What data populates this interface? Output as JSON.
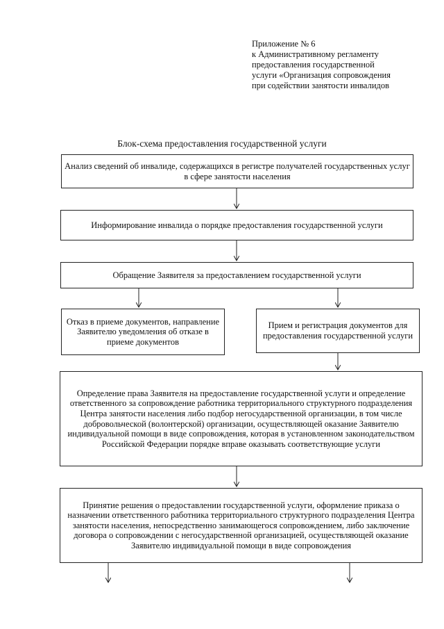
{
  "appendix": {
    "line1": "Приложение № 6",
    "line2": "к Административному регламенту",
    "line3": "предоставления государственной",
    "line4": "услуги «Организация сопровождения",
    "line5": "при содействии занятости инвалидов"
  },
  "diagram": {
    "title": "Блок-схема предоставления государственной услуги",
    "steps": [
      {
        "text": "Анализ сведений об инвалиде, содержащихся в регистре получателей государственных услуг в сфере занятости населения"
      },
      {
        "text": "Информирование инвалида о порядке предоставления государственной услуги"
      },
      {
        "text": "Обращение Заявителя за предоставлением государственной услуги"
      },
      {
        "text": "Отказ в приеме документов, направление Заявителю уведомления об отказе в приеме документов"
      },
      {
        "text": "Прием и регистрация документов для предоставления государственной услуги"
      },
      {
        "text": "Определение права Заявителя на предоставление государственной услуги и определение ответственного за сопровождение работника территориального структурного подразделения Центра занятости населения либо подбор негосударственной организации, в том числе добровольческой (волонтерской) организации, осуществляющей оказание Заявителю индивидуальной помощи в виде сопровождения, которая в установленном законодательством Российской Федерации порядке вправе оказывать соответствующие услуги"
      },
      {
        "text": "Принятие решения о предоставлении государственной услуги, оформление приказа о назначении ответственного работника территориального структурного подразделения Центра занятости населения, непосредственно занимающегося сопровождением, либо заключение договора о сопровождении с негосударственной организацией, осуществляющей оказание Заявителю индивидуальной помощи в виде сопровождения"
      }
    ]
  }
}
